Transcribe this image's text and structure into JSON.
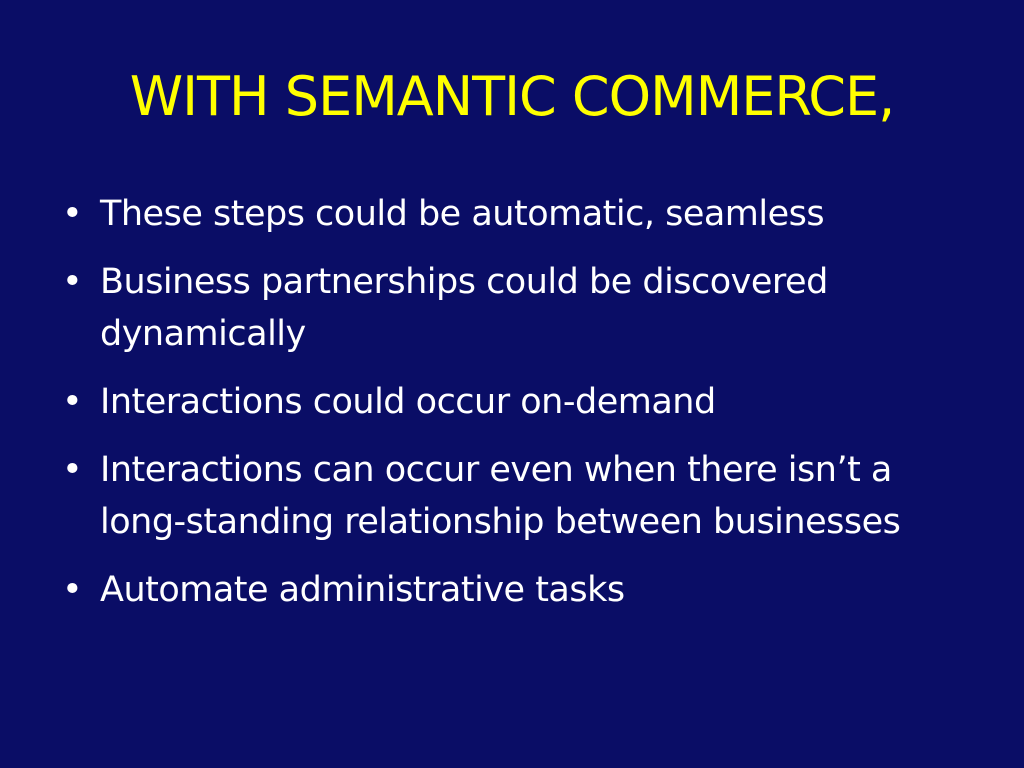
{
  "slide": {
    "title": "WITH SEMANTIC COMMERCE,",
    "bullet_marker": "•",
    "bullets": [
      "These steps could be automatic, seamless",
      "Business partnerships could be discovered dynamically",
      "Interactions could occur on-demand",
      "Interactions can occur even when there isn’t a long-standing relationship between businesses",
      "Automate administrative tasks"
    ]
  },
  "colors": {
    "background": "#0A0D66",
    "title": "#FFFF00",
    "body_text": "#FFFFFF"
  }
}
